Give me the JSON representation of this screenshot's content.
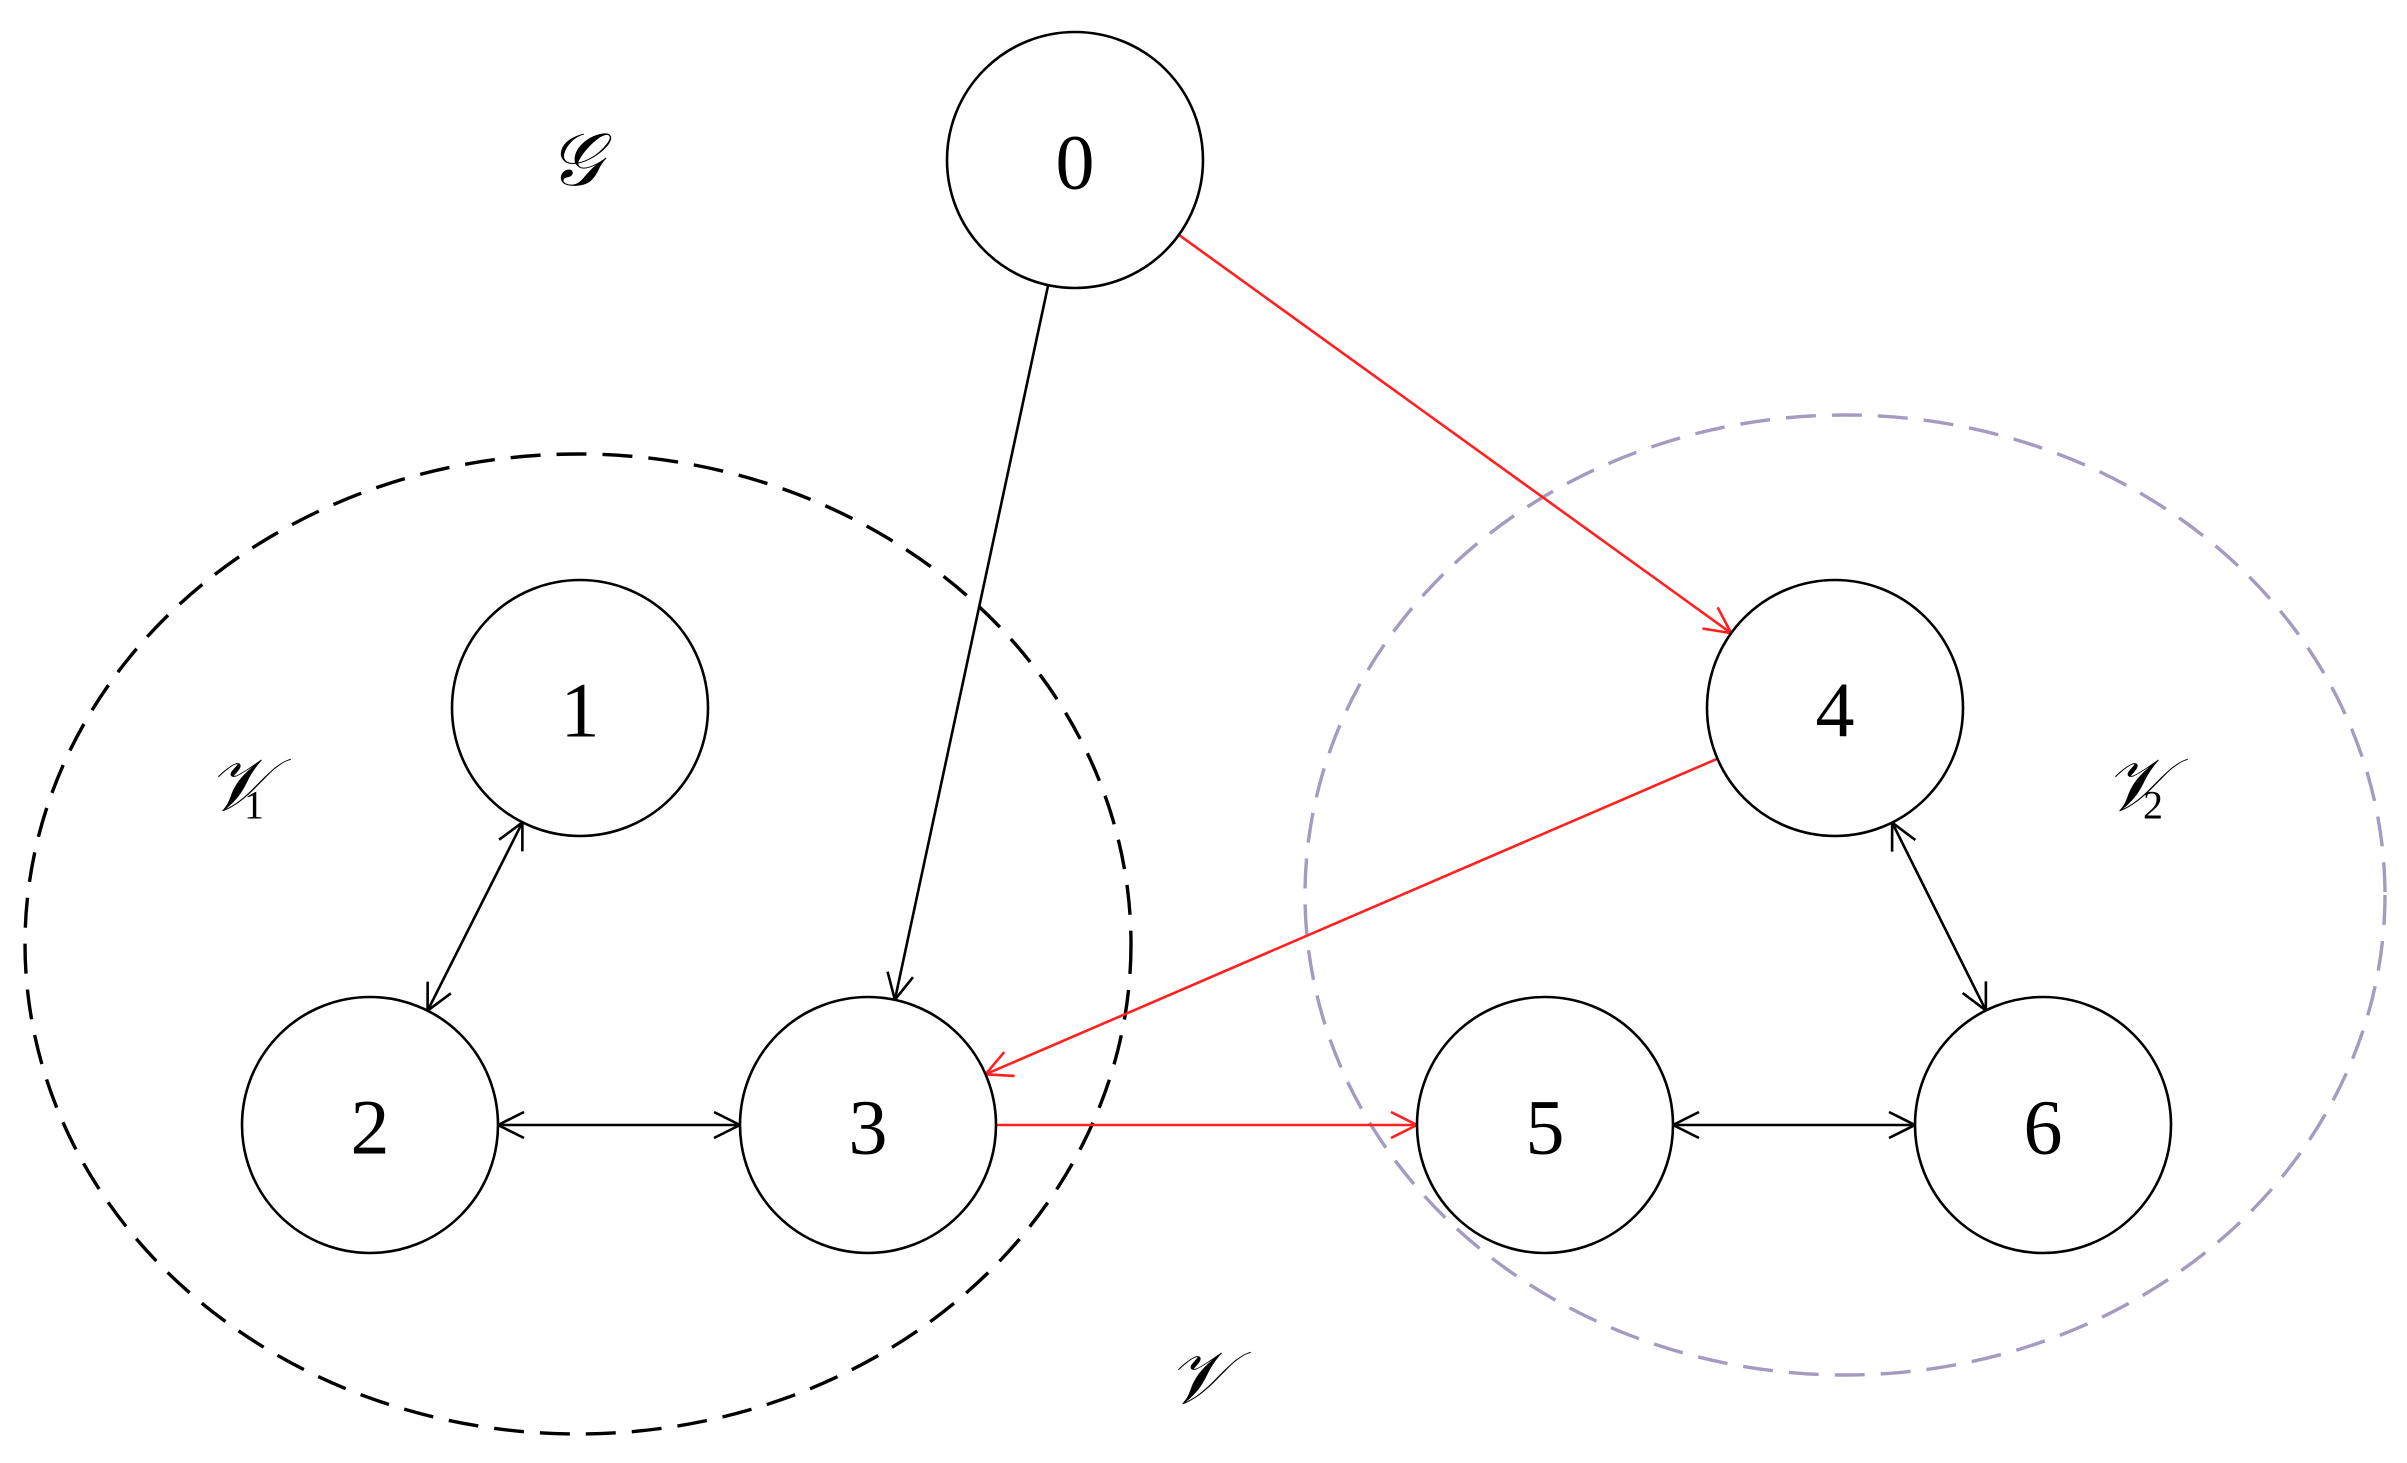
{
  "graph": {
    "label": "𝒢",
    "set_label": "𝒱",
    "regions": [
      {
        "id": "V1",
        "base": "𝒱",
        "subscript": "1",
        "color": "#000000"
      },
      {
        "id": "V2",
        "base": "𝒱",
        "subscript": "2",
        "color": "#a59abf"
      }
    ],
    "nodes": [
      {
        "id": "0",
        "label": "0"
      },
      {
        "id": "1",
        "label": "1"
      },
      {
        "id": "2",
        "label": "2"
      },
      {
        "id": "3",
        "label": "3"
      },
      {
        "id": "4",
        "label": "4"
      },
      {
        "id": "5",
        "label": "5"
      },
      {
        "id": "6",
        "label": "6"
      }
    ],
    "edges": [
      {
        "from": "0",
        "to": "3",
        "bidirectional": false,
        "color": "#000000"
      },
      {
        "from": "0",
        "to": "4",
        "bidirectional": false,
        "color": "#ff2020"
      },
      {
        "from": "4",
        "to": "3",
        "bidirectional": false,
        "color": "#ff2020"
      },
      {
        "from": "3",
        "to": "5",
        "bidirectional": false,
        "color": "#ff2020"
      },
      {
        "from": "1",
        "to": "2",
        "bidirectional": true,
        "color": "#000000"
      },
      {
        "from": "2",
        "to": "3",
        "bidirectional": true,
        "color": "#000000"
      },
      {
        "from": "4",
        "to": "6",
        "bidirectional": true,
        "color": "#000000"
      },
      {
        "from": "5",
        "to": "6",
        "bidirectional": true,
        "color": "#000000"
      }
    ]
  }
}
